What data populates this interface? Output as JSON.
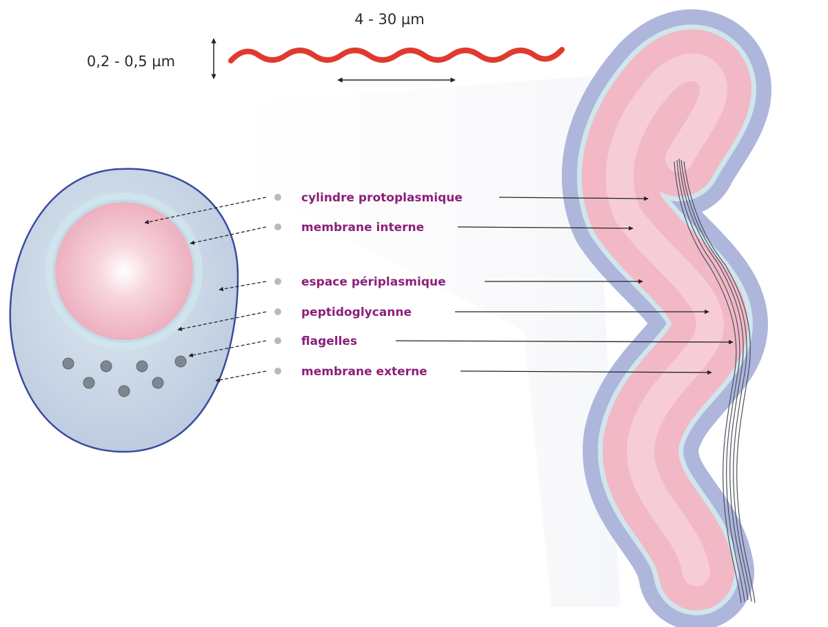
{
  "dimensions": {
    "length": "4 - 30 µm",
    "diameter": "0,2 - 0,5 µm"
  },
  "labels": [
    "cylindre protoplasmique",
    "membrane interne",
    "espace périplasmique",
    "peptidoglycanne",
    "flagelles",
    "membrane externe"
  ],
  "colors": {
    "label": "#8b1f7a",
    "spirochete": "#e03a2f",
    "outer_membrane": "#aeb6dc",
    "periplasm": "#cfe6ec",
    "cytoplasm": "#f2b8c6",
    "outline": "#3b4a9e",
    "flagella_dots": "#7e8790"
  },
  "icons": [
    "spirochete-wave",
    "cross-section-cell",
    "spirochete-body",
    "flagella-bundle"
  ]
}
